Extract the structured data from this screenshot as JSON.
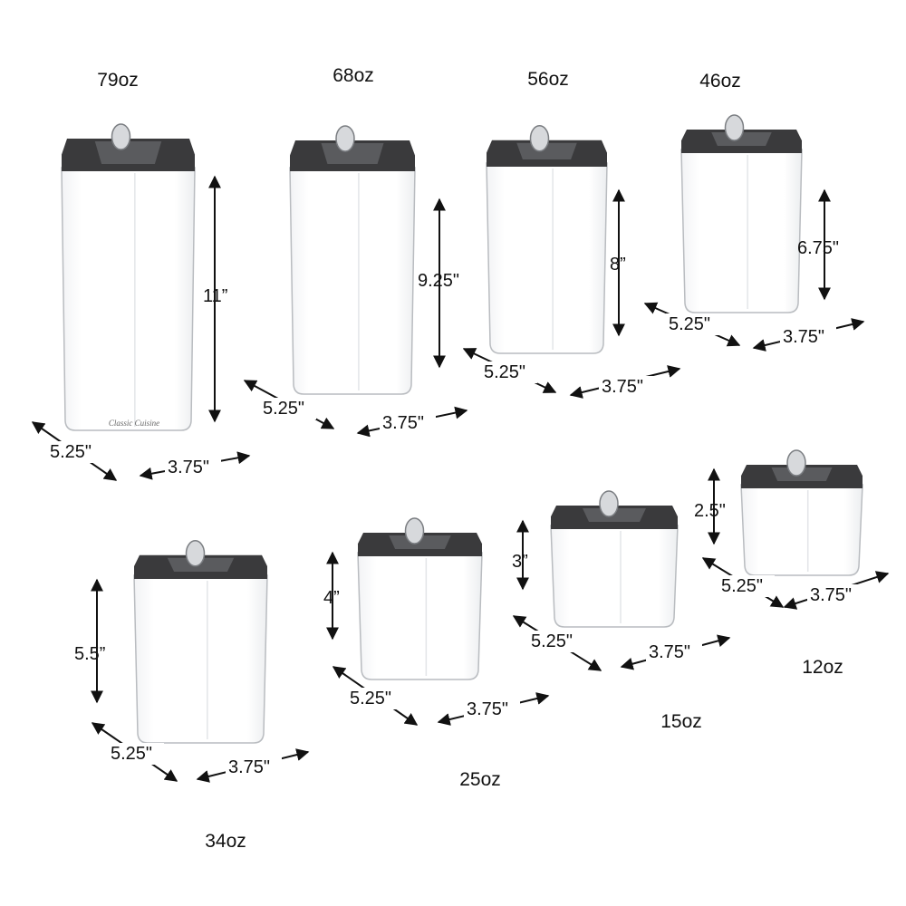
{
  "brand_logo": "Classic Cuisine",
  "containers": [
    {
      "capacity": "79oz",
      "height": "11”",
      "depth": "5.25\"",
      "width": "3.75\""
    },
    {
      "capacity": "68oz",
      "height": "9.25\"",
      "depth": "5.25\"",
      "width": "3.75\""
    },
    {
      "capacity": "56oz",
      "height": "8”",
      "depth": "5.25\"",
      "width": "3.75\""
    },
    {
      "capacity": "46oz",
      "height": "6.75\"",
      "depth": "5.25\"",
      "width": "3.75\""
    },
    {
      "capacity": "34oz",
      "height": "5.5”",
      "depth": "5.25\"",
      "width": "3.75\""
    },
    {
      "capacity": "25oz",
      "height": "4”",
      "depth": "5.25\"",
      "width": "3.75\""
    },
    {
      "capacity": "15oz",
      "height": "3”",
      "depth": "5.25\"",
      "width": "3.75\""
    },
    {
      "capacity": "12oz",
      "height": "2.5\"",
      "depth": "5.25\"",
      "width": "3.75\""
    }
  ],
  "colors": {
    "lid": "#3a3a3c",
    "outline": "#b9bcc0",
    "arrow": "#111111"
  }
}
